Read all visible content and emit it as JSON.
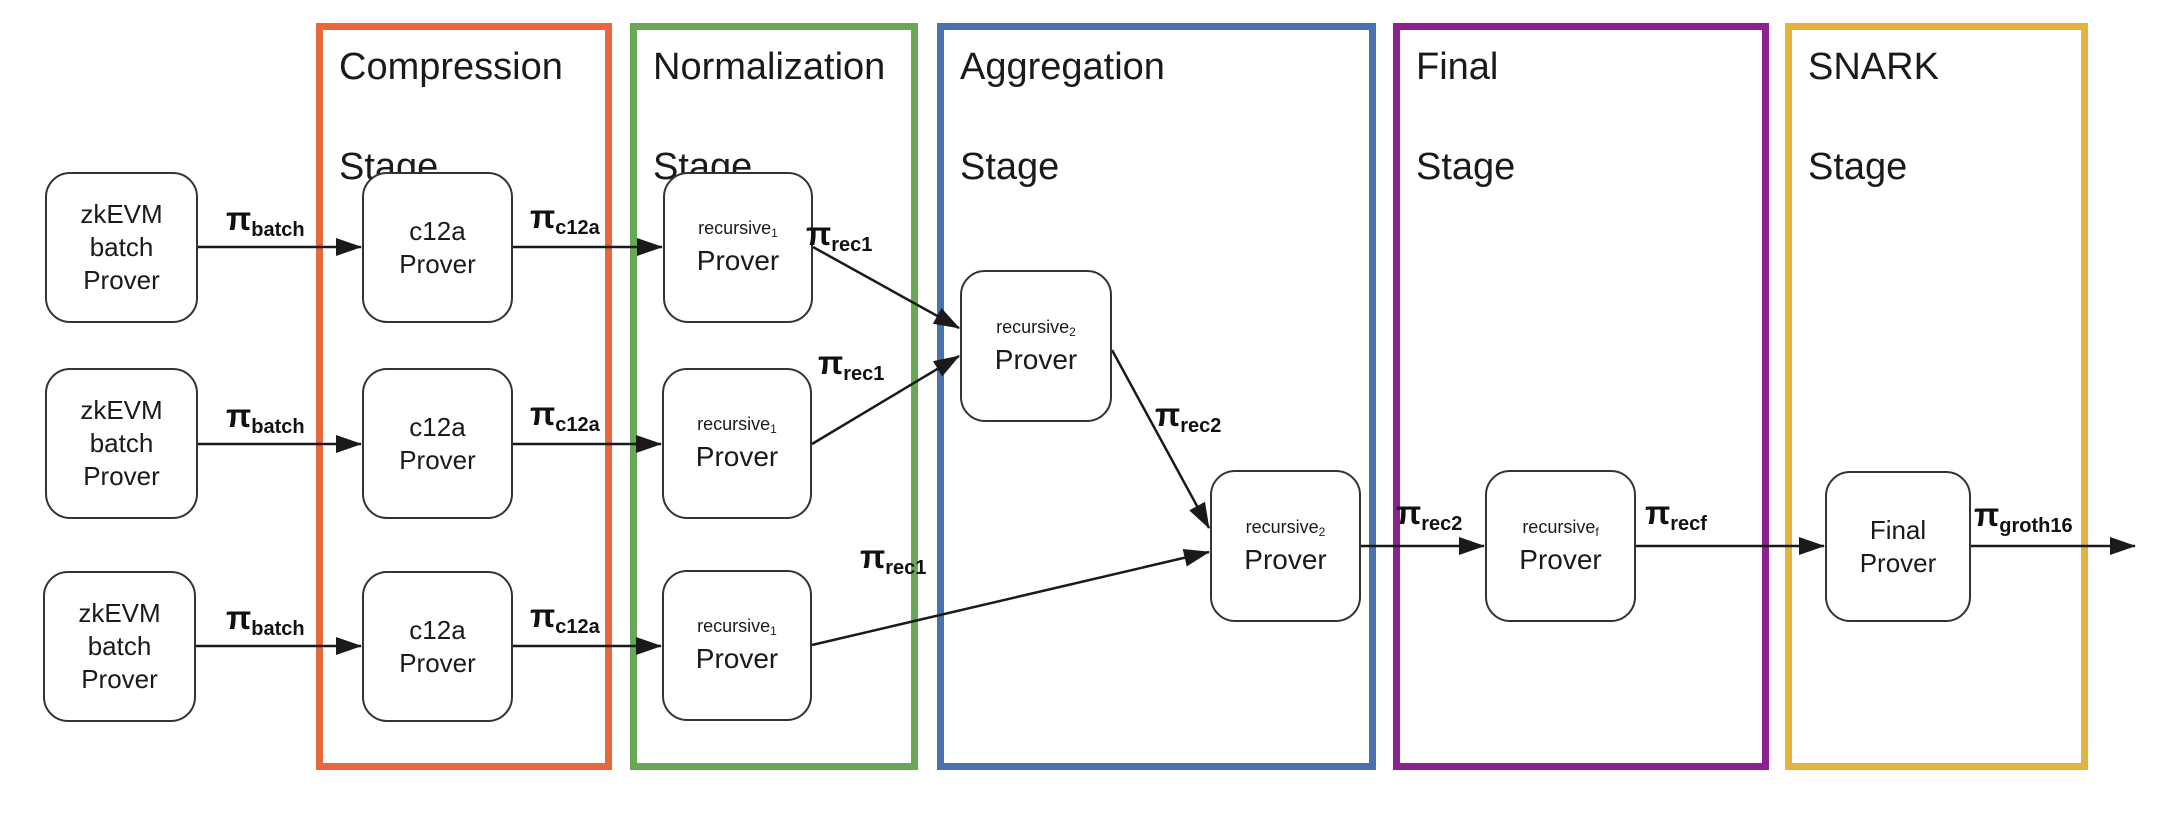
{
  "diagram": {
    "stages": [
      {
        "id": "compression",
        "title_line1": "Compression",
        "title_line2": "Stage",
        "color": "#E8683D"
      },
      {
        "id": "normalization",
        "title_line1": "Normalization",
        "title_line2": "Stage",
        "color": "#68A857"
      },
      {
        "id": "aggregation",
        "title_line1": "Aggregation",
        "title_line2": "Stage",
        "color": "#4A72B0"
      },
      {
        "id": "final",
        "title_line1": "Final",
        "title_line2": "Stage",
        "color": "#8E2192"
      },
      {
        "id": "snark",
        "title_line1": "SNARK",
        "title_line2": "Stage",
        "color": "#E3B340"
      }
    ],
    "nodes": {
      "zkevm": {
        "line1": "zkEVM",
        "line2": "batch",
        "line3": "Prover"
      },
      "c12a": {
        "line1": "c12a",
        "line2": "Prover"
      },
      "rec1": {
        "base": "recursive",
        "sub": "1",
        "line2": "Prover"
      },
      "rec2": {
        "base": "recursive",
        "sub": "2",
        "line2": "Prover"
      },
      "recf": {
        "base": "recursive",
        "sub": "f",
        "line2": "Prover"
      },
      "final": {
        "line1": "Final",
        "line2": "Prover"
      }
    },
    "labels": {
      "batch": {
        "sym": "π",
        "sub": "batch"
      },
      "c12a": {
        "sym": "π",
        "sub": "c12a"
      },
      "rec1": {
        "sym": "π",
        "sub": "rec1"
      },
      "rec2": {
        "sym": "π",
        "sub": "rec2"
      },
      "recf": {
        "sym": "π",
        "sub": "recf"
      },
      "groth16": {
        "sym": "π",
        "sub": "groth16"
      }
    },
    "line_color": "#1a1a1a"
  }
}
